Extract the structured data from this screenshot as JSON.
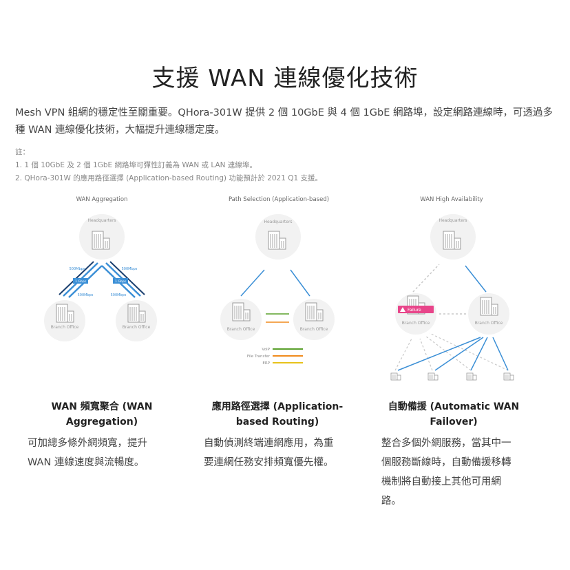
{
  "title": "支援 WAN 連線優化技術",
  "intro": "Mesh VPN 組網的穩定性至關重要。QHora-301W 提供 2 個 10GbE 與 4 個 1GbE 網路埠，設定網路連線時，可透過多種 WAN 連線優化技術，大幅提升連線穩定度。",
  "notes": {
    "label": "註：",
    "items": [
      "1. 1 個 10GbE 及 2 個 1GbE 網路埠可彈性訂義為 WAN 或 LAN 連線埠。",
      "2. QHora-301W 的應用路徑選擇 (Application-based Routing) 功能預計於 2021 Q1 支援。"
    ]
  },
  "diagrams": {
    "aggregation": {
      "title": "WAN Aggregation",
      "hq": "Headquarters",
      "branch_left": "Branch Office",
      "branch_right": "Branch Office",
      "speed_500": "500Mbps",
      "speed_1g": "1 Gbps"
    },
    "path_selection": {
      "title": "Path Selection (Application-based)",
      "hq": "Headquarters",
      "branch_left": "Branch Office",
      "branch_right": "Branch Office",
      "legend": [
        "VoIP",
        "File Transfer",
        "ERP"
      ]
    },
    "high_availability": {
      "title": "WAN High Availability",
      "hq": "Headquarters",
      "branch_left": "Branch Office",
      "branch_right": "Branch Office",
      "failure": "Failure"
    }
  },
  "colors": {
    "blue": "#3b8fd6",
    "green": "#5aa02c",
    "orange": "#f08a1c",
    "yellow": "#e8c21a",
    "failure": "#e8458a",
    "dashed": "#c8c8c8"
  },
  "features": [
    {
      "heading_line1": "WAN 頻寬聚合 (WAN",
      "heading_line2": "Aggregation)",
      "body": [
        "可加總多條外網頻寬，提升",
        "WAN 連線速度與流暢度。"
      ]
    },
    {
      "heading_line1": "應用路徑選擇 (Application-",
      "heading_line2": "based Routing)",
      "body": [
        "自動偵測終端連網應用，為重",
        "要連網任務安排頻寬優先權。"
      ]
    },
    {
      "heading_line1": "自動備援 (Automatic WAN",
      "heading_line2": "Failover)",
      "body": [
        "整合多個外網服務，當其中一",
        "個服務斷線時，自動備援移轉",
        "機制將自動接上其他可用網",
        "路。"
      ]
    }
  ]
}
